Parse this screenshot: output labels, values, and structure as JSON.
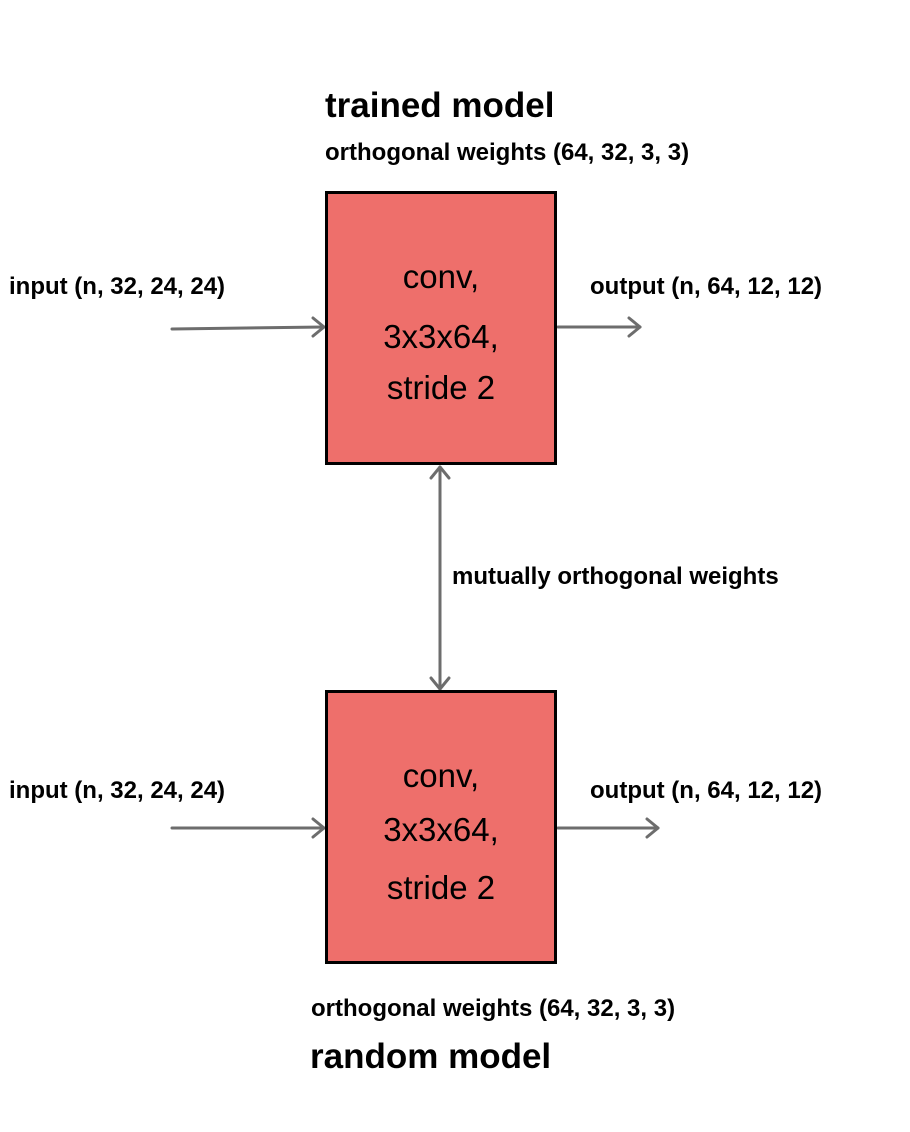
{
  "trained": {
    "title": "trained model",
    "weights": "orthogonal weights (64, 32, 3, 3)",
    "input": "input (n, 32, 24, 24)",
    "output": "output (n, 64, 12, 12)",
    "block": {
      "line1": "conv,",
      "line2": "3x3x64,",
      "line3": "stride 2"
    }
  },
  "link": {
    "label": "mutually orthogonal weights"
  },
  "random": {
    "title": "random model",
    "weights": "orthogonal weights (64, 32, 3, 3)",
    "input": "input (n, 32, 24, 24)",
    "output": "output (n, 64, 12, 12)",
    "block": {
      "line1": "conv,",
      "line2": "3x3x64,",
      "line3": "stride 2"
    }
  },
  "colors": {
    "block_fill": "#ee6f6b",
    "block_border": "#000000",
    "arrow": "#6d6d6d"
  }
}
